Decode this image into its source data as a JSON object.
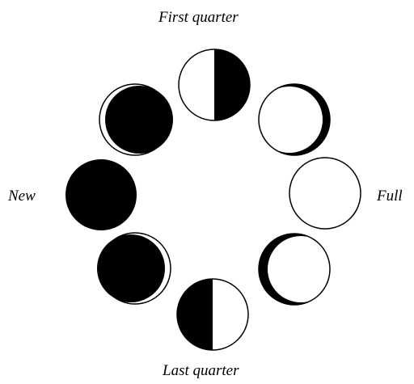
{
  "labels": {
    "top": "First quarter",
    "bottom": "Last quarter",
    "left": "New",
    "right": "Full"
  },
  "colors": {
    "ink": "#000000",
    "paper": "#ffffff"
  },
  "phases": [
    {
      "id": "first-quarter",
      "shape": "half",
      "dark_side": "right"
    },
    {
      "id": "waxing-gibbous",
      "shape": "gibbous",
      "dark_side": "right"
    },
    {
      "id": "full",
      "shape": "full"
    },
    {
      "id": "waning-gibbous",
      "shape": "gibbous",
      "dark_side": "left"
    },
    {
      "id": "last-quarter",
      "shape": "half",
      "dark_side": "left"
    },
    {
      "id": "waning-crescent",
      "shape": "crescent",
      "lit_side": "right"
    },
    {
      "id": "new",
      "shape": "new"
    },
    {
      "id": "waxing-crescent",
      "shape": "crescent",
      "lit_side": "left"
    }
  ]
}
